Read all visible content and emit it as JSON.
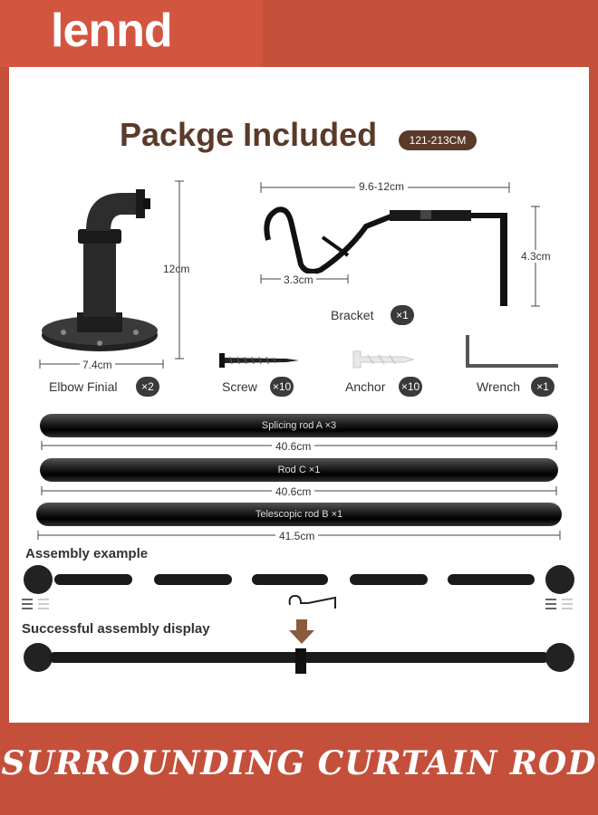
{
  "brand": {
    "logo": "lennd"
  },
  "header": {
    "title": "Packge Included",
    "size_range": "121-213CM"
  },
  "items": {
    "elbow_finial": {
      "label": "Elbow Finial",
      "qty": "×2",
      "height": "12cm",
      "width": "7.4cm"
    },
    "bracket": {
      "label": "Bracket",
      "qty": "×1",
      "length": "9.6-12cm",
      "hook": "3.3cm",
      "height": "4.3cm"
    },
    "screw": {
      "label": "Screw",
      "qty": "×10"
    },
    "anchor": {
      "label": "Anchor",
      "qty": "×10"
    },
    "wrench": {
      "label": "Wrench",
      "qty": "×1"
    }
  },
  "rods": [
    {
      "label": "Splicing rod A ×3",
      "length": "40.6cm"
    },
    {
      "label": "Rod C ×1",
      "length": "40.6cm"
    },
    {
      "label": "Telescopic rod B ×1",
      "length": "41.5cm"
    }
  ],
  "sections": {
    "assembly": "Assembly example",
    "success": "Successful assembly display"
  },
  "footer": {
    "title": "SURROUNDING CURTAIN ROD"
  },
  "colors": {
    "accent": "#c4503c",
    "title_brown": "#5b3a29",
    "badge": "#3a3a3a"
  }
}
